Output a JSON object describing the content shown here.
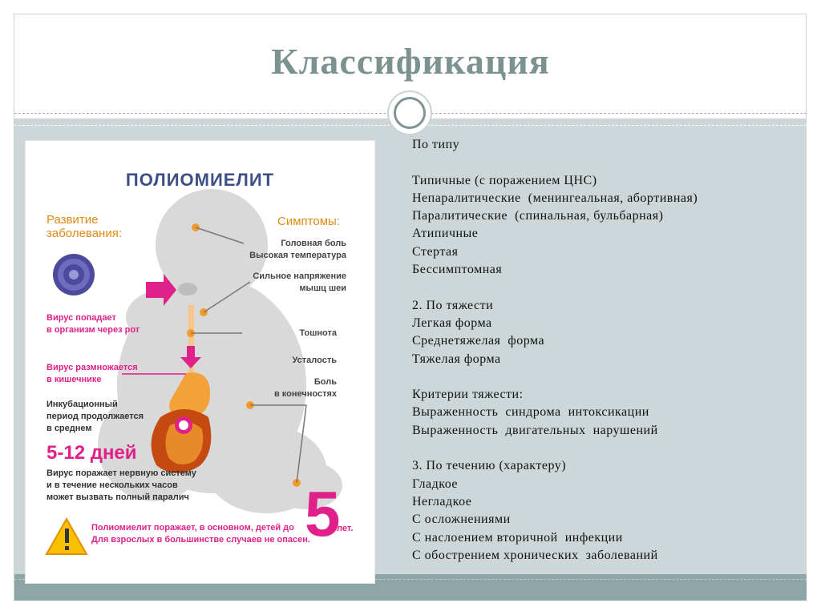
{
  "slide": {
    "title": "Классификация"
  },
  "poster": {
    "title": "ПОЛИОМИЕЛИТ",
    "development_label": "Развитие заболевания:",
    "symptoms_label": "Симптомы:",
    "symptoms": [
      "Головная боль",
      "Высокая температура",
      "Сильное напряжение",
      "мышц шеи",
      "Тошнота",
      "Усталость",
      "Боль",
      "в конечностях"
    ],
    "virus_enters": [
      "Вирус попадает",
      "в организм через рот"
    ],
    "virus_multiplies": [
      "Вирус размножается",
      "в кишечнике"
    ],
    "incubation": [
      "Инкубационный",
      "период продолжается",
      "в среднем"
    ],
    "days": "5-12 дней",
    "nervous": [
      "Вирус поражает нервную систему",
      "и в течение нескольких часов",
      "может вызвать полный паралич"
    ],
    "warning": [
      "Полиомиелит поражает, в основном, детей до",
      "Для взрослых в большинстве случаев не опасен."
    ],
    "age_number": "5",
    "age_unit": "лет.",
    "warning_icon": "warning-triangle-icon",
    "virus_icon": "virus-particle-icon",
    "colors": {
      "accent": "#e0218a",
      "orange": "#e08a14",
      "silhouette": "#d9d9d9"
    }
  },
  "classification": {
    "by_type_heading": "По типу",
    "by_type": [
      "Типичные (с поражением ЦНС)",
      "Непаралитические  (менингеальная, абортивная)",
      "Паралитические  (спинальная, бульбарная)",
      "Атипичные",
      "Стертая",
      "Бессимптомная"
    ],
    "by_severity_heading": "2. По тяжести",
    "by_severity": [
      "Легкая форма",
      "Среднетяжелая  форма",
      "Тяжелая форма"
    ],
    "criteria_heading": "Критерии тяжести:",
    "criteria": [
      "Выраженность  синдрома  интоксикации",
      "Выраженность  двигательных  нарушений"
    ],
    "by_course_heading": "3. По течению (характеру)",
    "by_course": [
      "Гладкое",
      "Негладкое",
      "С осложнениями",
      "С наслоением вторичной  инфекции",
      "С обострением хронических  заболеваний"
    ]
  }
}
